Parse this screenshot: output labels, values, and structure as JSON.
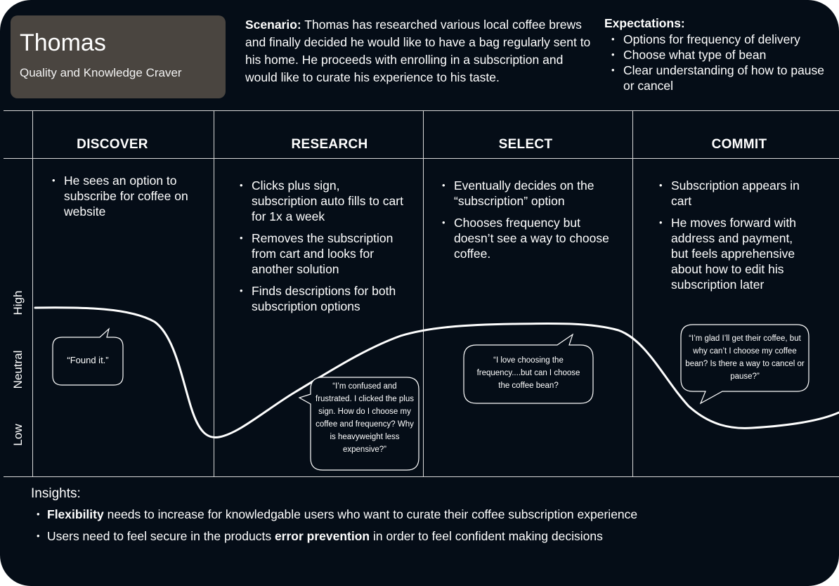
{
  "persona": {
    "name": "Thomas",
    "role": "Quality and Knowledge Craver"
  },
  "scenario": {
    "label": "Scenario:",
    "text": " Thomas has researched various local coffee brews and finally decided he would like to have a bag regularly sent to his home. He proceeds with enrolling in a subscription and would like to curate his experience to his taste."
  },
  "expectations": {
    "title": "Expectations:",
    "items": [
      "Options for frequency of delivery",
      "Choose what type of bean",
      "Clear understanding of how to pause or cancel"
    ]
  },
  "stages": [
    {
      "title": "DISCOVER",
      "steps": [
        "He sees an option to subscribe for coffee on website"
      ]
    },
    {
      "title": "RESEARCH",
      "steps": [
        "Clicks plus sign, subscription auto fills to cart for 1x a week",
        "Removes the subscription from cart and looks for another solution",
        "Finds descriptions for both subscription options"
      ]
    },
    {
      "title": "SELECT",
      "steps": [
        "Eventually decides on the “subscription” option",
        "Chooses frequency but doesn’t see a way to choose coffee."
      ]
    },
    {
      "title": "COMMIT",
      "steps": [
        "Subscription appears in cart",
        "He moves forward with address and payment, but feels apprehensive about how to edit his subscription later"
      ]
    }
  ],
  "emotion_axis": {
    "labels": [
      "High",
      "Neutral",
      "Low"
    ]
  },
  "quotes": [
    "“Found it.”",
    "“I’m confused and frustrated. I clicked the plus sign. How do I choose my coffee and frequency? Why is heavyweight less expensive?”",
    "“I love choosing the frequency....but can I choose the coffee bean?",
    "“I’m glad I’ll get their coffee, but why can’t I choose my coffee bean? Is there a way to cancel or pause?”"
  ],
  "insights": {
    "title": "Insights:",
    "items": [
      {
        "bold": "Flexibility",
        "before": "",
        "after": " needs to increase for knowledgable users who want to curate their coffee subscription experience"
      },
      {
        "bold": "error prevention",
        "before": "Users need to feel secure in the products ",
        "after": " in order to feel confident making decisions"
      }
    ]
  },
  "colors": {
    "background": "#050d17",
    "persona_card": "#4a4540",
    "line": "#d9d9d9",
    "text": "#ffffff"
  }
}
